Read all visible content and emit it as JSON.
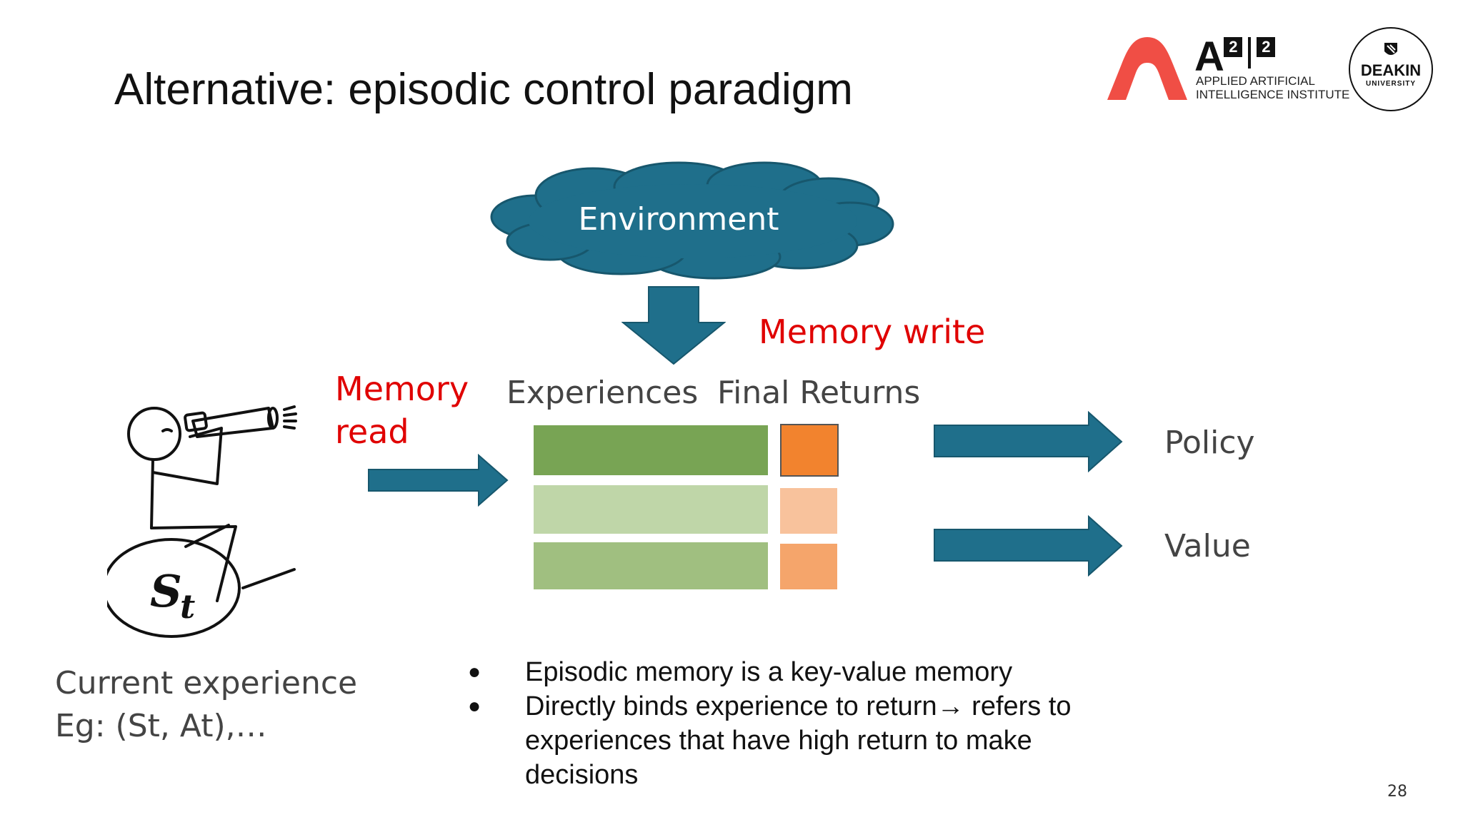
{
  "slide": {
    "title": "Alternative: episodic control paradigm",
    "page_number": "28"
  },
  "logos": {
    "a2i2_mark": "A",
    "a2i2_sub_line1": "APPLIED ARTIFICIAL",
    "a2i2_sub_line2": "INTELLIGENCE INSTITUTE",
    "deakin_name": "DEAKIN",
    "deakin_sub": "UNIVERSITY"
  },
  "diagram": {
    "environment_label": "Environment",
    "memory_write_label": "Memory write",
    "memory_read_label_line1": "Memory",
    "memory_read_label_line2": "read",
    "experiences_header": "Experiences",
    "final_returns_header": "Final Returns",
    "policy_label": "Policy",
    "value_label": "Value",
    "agent_state_symbol": "S",
    "agent_state_subscript": "t",
    "caption_line1": "Current experience",
    "caption_line2": "Eg: (St, At),…"
  },
  "bullets": [
    "Episodic memory is a key-value memory",
    "Directly binds experience to return→ refers to experiences that have high return to make decisions"
  ],
  "colors": {
    "arrow_blue": "#1f6f8b",
    "red_label": "#e00000",
    "logo_red": "#f04e45"
  }
}
